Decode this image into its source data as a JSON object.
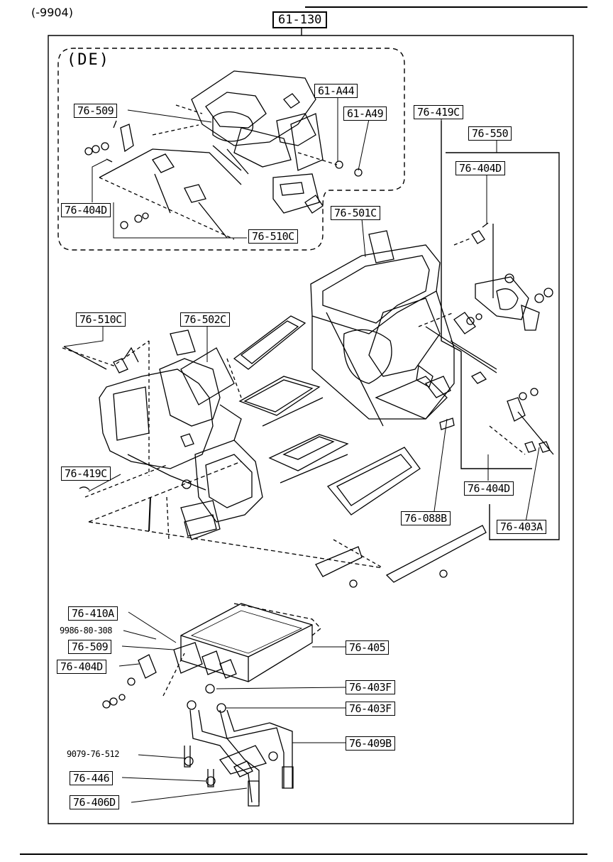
{
  "header": {
    "range": "(-9904)",
    "page_ref": "61-130"
  },
  "section": {
    "de": "(DE)"
  },
  "labels": {
    "l_76_509_top": "76-509",
    "l_61_A44": "61-A44",
    "l_61_A49": "61-A49",
    "l_76_419C_right": "76-419C",
    "l_76_550": "76-550",
    "l_76_404D_right_top": "76-404D",
    "l_76_404D_de": "76-404D",
    "l_76_510C_de": "76-510C",
    "l_76_501C": "76-501C",
    "l_76_510C": "76-510C",
    "l_76_502C": "76-502C",
    "l_76_419C_left": "76-419C",
    "l_76_404D_right_bottom": "76-404D",
    "l_76_088B": "76-088B",
    "l_76_403A": "76-403A",
    "l_76_410A": "76-410A",
    "l_76_509_bottom": "76-509",
    "l_76_404D_bottom": "76-404D",
    "l_76_405": "76-405",
    "l_76_403F_1": "76-403F",
    "l_76_403F_2": "76-403F",
    "l_76_409B": "76-409B",
    "l_76_446": "76-446",
    "l_76_406D": "76-406D"
  },
  "plain_labels": {
    "p_9986": "9986-80-308",
    "p_9079": "9079-76-512"
  },
  "icons": [
    "heater-unit-housing",
    "blower-case",
    "heater-core",
    "filter-panel",
    "hose-pipe",
    "bolt",
    "clip",
    "rod",
    "bracket",
    "seal-gasket"
  ]
}
